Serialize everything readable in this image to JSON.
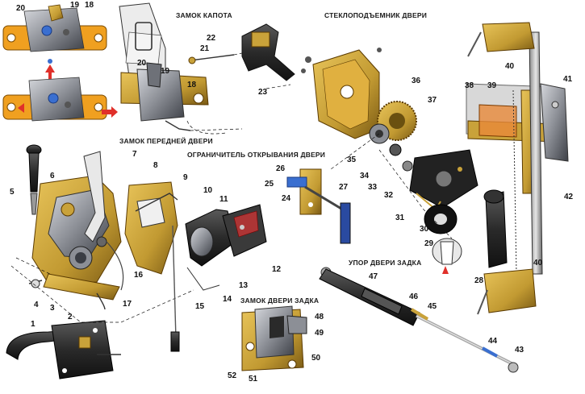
{
  "captions": {
    "hood_lock": "ЗАМОК КАПОТА",
    "front_door_lock": "ЗАМОК ПЕРЕДНЕЙ ДВЕРИ",
    "door_stop": "ОГРАНИЧИТЕЛЬ ОТКРЫВАНИЯ ДВЕРИ",
    "window_regulator": "СТЕКЛОПОДЪЕМНИК ДВЕРИ",
    "rear_door_lock": "ЗАМОК ДВЕРИ ЗАДКА",
    "rear_door_strut": "УПОР ДВЕРИ ЗАДКА"
  },
  "labels": {
    "n1": "1",
    "n2": "2",
    "n3": "3",
    "n4": "4",
    "n5": "5",
    "n6": "6",
    "n7": "7",
    "n8": "8",
    "n9": "9",
    "n10": "10",
    "n11": "11",
    "n12": "12",
    "n13": "13",
    "n14": "14",
    "n15": "15",
    "n16": "16",
    "n17": "17",
    "n18a": "18",
    "n18b": "18",
    "n19a": "19",
    "n19b": "19",
    "n20a": "20",
    "n20b": "20",
    "n21": "21",
    "n22": "22",
    "n23": "23",
    "n24": "24",
    "n25": "25",
    "n26": "26",
    "n27": "27",
    "n28": "28",
    "n29": "29",
    "n30": "30",
    "n31": "31",
    "n32": "32",
    "n33": "33",
    "n34": "34",
    "n35": "35",
    "n36": "36",
    "n37": "37",
    "n38": "38",
    "n39": "39",
    "n40a": "40",
    "n40b": "40",
    "n41": "41",
    "n42": "42",
    "n43": "43",
    "n44": "44",
    "n45": "45",
    "n46": "46",
    "n47": "47",
    "n48": "48",
    "n49": "49",
    "n50": "50",
    "n51": "51",
    "n52": "52"
  },
  "colors": {
    "brass": "#c9a23a",
    "brass_dark": "#8a6a1a",
    "orange": "#f0a020",
    "steel": "#8c8f96",
    "steel_dark": "#4a4d55",
    "black": "#1c1c1c",
    "red_arrow": "#e0302a",
    "blue_spot": "#3a6fd0",
    "panel_grey": "#b5b5b5"
  }
}
